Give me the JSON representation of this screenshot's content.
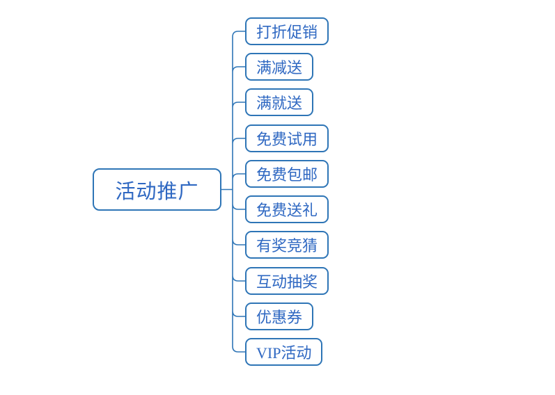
{
  "diagram": {
    "type": "mindmap",
    "root": {
      "label": "活动推广"
    },
    "children": [
      {
        "label": "打折促销"
      },
      {
        "label": "满减送"
      },
      {
        "label": "满就送"
      },
      {
        "label": "免费试用"
      },
      {
        "label": "免费包邮"
      },
      {
        "label": "免费送礼"
      },
      {
        "label": "有奖竞猜"
      },
      {
        "label": "互动抽奖"
      },
      {
        "label": "优惠券"
      },
      {
        "label": "VIP活动"
      }
    ],
    "colors": {
      "line": "#2e75b6",
      "text": "#2f68c2",
      "background": "#ffffff"
    }
  }
}
